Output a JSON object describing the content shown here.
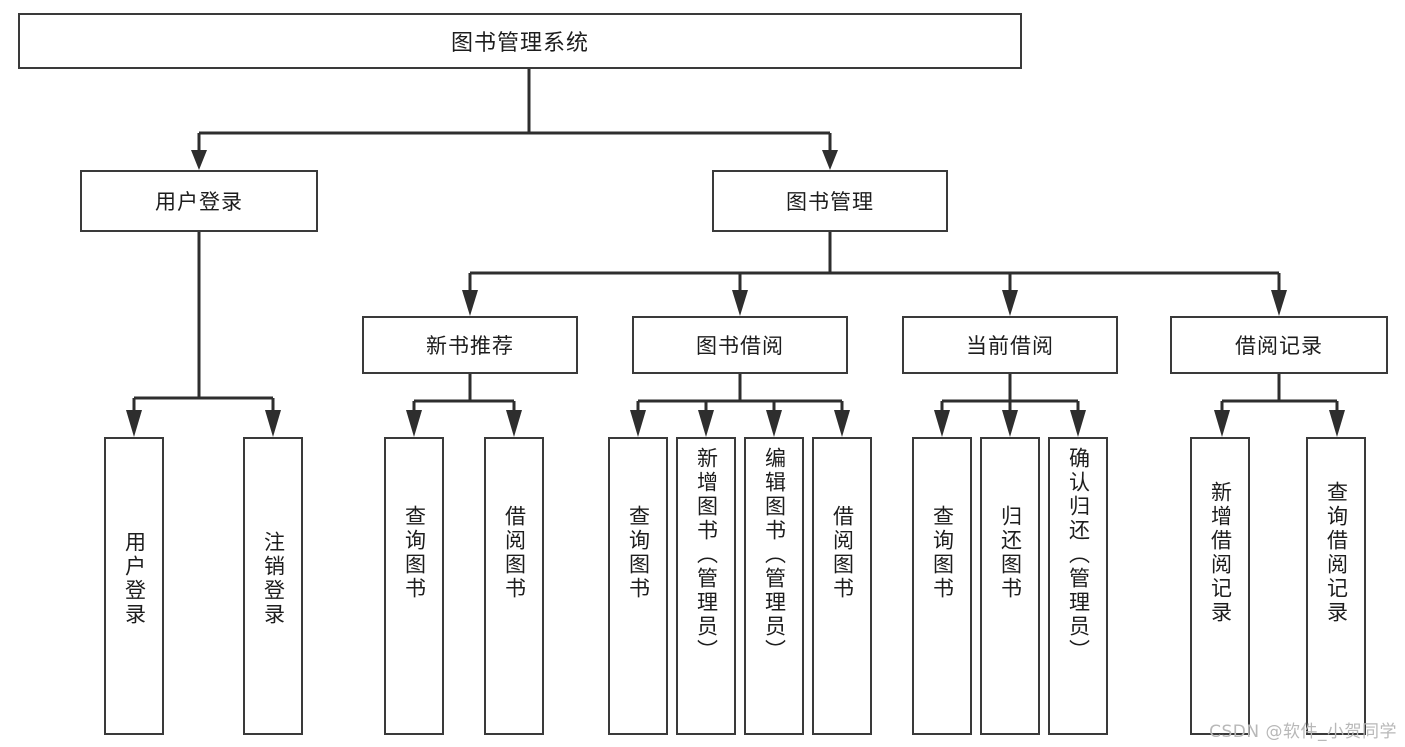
{
  "diagram": {
    "type": "hierarchy-tree",
    "title": "图书管理系统",
    "root": {
      "label": "图书管理系统"
    },
    "level2": [
      {
        "label": "用户登录"
      },
      {
        "label": "图书管理"
      }
    ],
    "level3": [
      {
        "label": "新书推荐"
      },
      {
        "label": "图书借阅"
      },
      {
        "label": "当前借阅"
      },
      {
        "label": "借阅记录"
      }
    ],
    "leaves": {
      "user_login": [
        {
          "label": "用户登录"
        },
        {
          "label": "注销登录"
        }
      ],
      "new_book_recommend": [
        {
          "label": "查询图书"
        },
        {
          "label": "借阅图书"
        }
      ],
      "book_borrow": [
        {
          "label": "查询图书"
        },
        {
          "label": "新增图书（管理员）"
        },
        {
          "label": "编辑图书（管理员）"
        },
        {
          "label": "借阅图书"
        }
      ],
      "current_borrow": [
        {
          "label": "查询图书"
        },
        {
          "label": "归还图书"
        },
        {
          "label": "确认归还（管理员）"
        }
      ],
      "borrow_record": [
        {
          "label": "新增借阅记录"
        },
        {
          "label": "查询借阅记录"
        }
      ]
    }
  },
  "watermark": {
    "text": "CSDN @软件_小贺同学"
  },
  "colors": {
    "border": "#3a3a3a",
    "connector": "#2e2e2e",
    "text": "#1d1d1d",
    "background": "#ffffff",
    "watermark": "#b8b8b8"
  }
}
